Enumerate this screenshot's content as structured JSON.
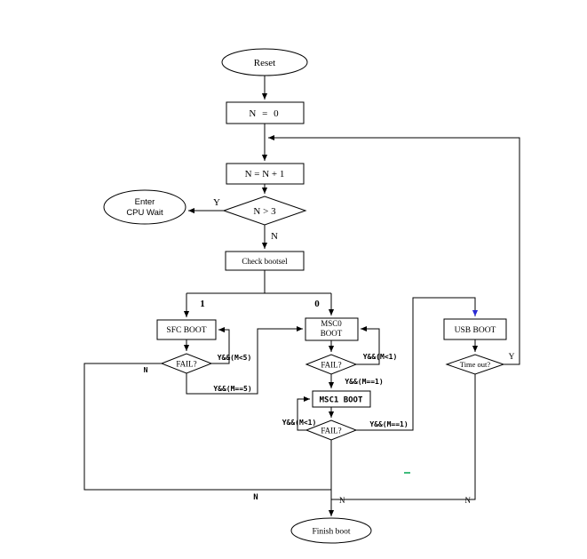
{
  "diagram": {
    "nodes": {
      "reset": "Reset",
      "n_eq_0": "N = 0",
      "n_inc": "N = N + 1",
      "n_gt_3": "N > 3",
      "cpu_wait_line1": "Enter",
      "cpu_wait_line2": "CPU Wait",
      "check_bootsel": "Check bootsel",
      "sfc_boot": "SFC BOOT",
      "msc0_line1": "MSC0",
      "msc0_line2": "BOOT",
      "usb_boot": "USB BOOT",
      "fail1": "FAIL?",
      "fail2": "FAIL?",
      "msc1_boot": "MSC1 BOOT",
      "fail3": "FAIL?",
      "timeout": "Time out?",
      "finish": "Finish boot"
    },
    "labels": {
      "y_cpu": "Y",
      "n_check": "N",
      "branch1": "1",
      "branch0": "0",
      "fail1_retry": "Y&&(M<5)",
      "fail1_next": "Y&&(M==5)",
      "fail2_retry": "Y&&(M<1)",
      "fail2_next": "Y&&(M==1)",
      "fail3_retry": "Y&&(M<1)",
      "fail3_next": "Y&&(M==1)",
      "fail1_n": "N",
      "timeout_y": "Y",
      "bottom_n1": "N",
      "bottom_n2": "N",
      "bottom_n3": "N"
    },
    "colors": {
      "line": "#000000",
      "blue": "#2a2ad4",
      "red": "#ff0000",
      "green": "#00a550"
    }
  }
}
